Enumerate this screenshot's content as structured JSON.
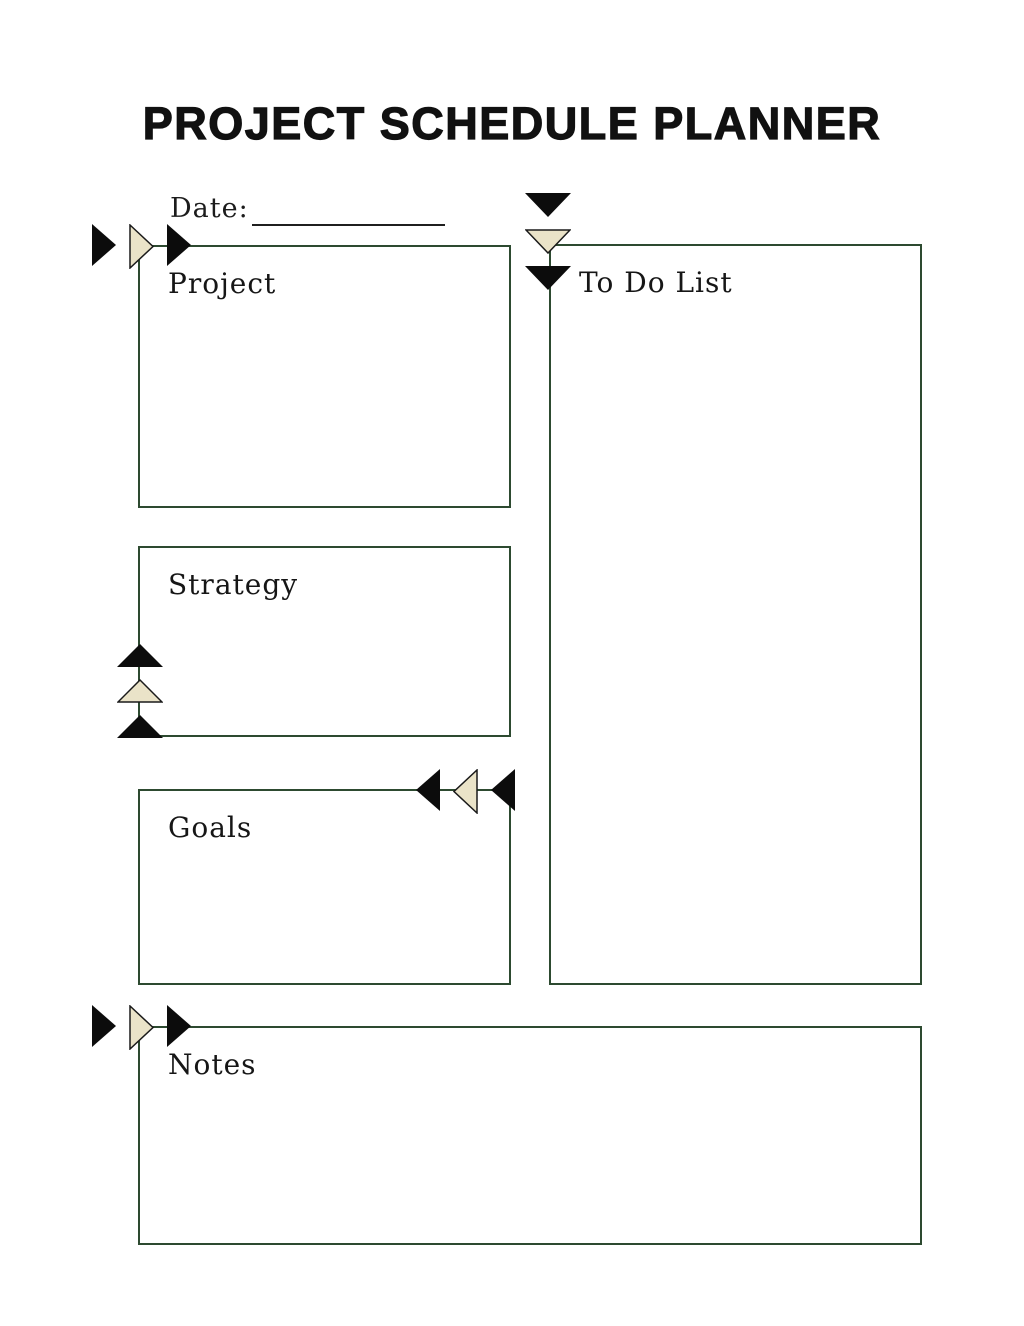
{
  "title": "PROJECT SCHEDULE PLANNER",
  "date": {
    "label": "Date:",
    "value": ""
  },
  "sections": {
    "project": {
      "label": "Project",
      "content": ""
    },
    "todo": {
      "label": "To Do List",
      "content": ""
    },
    "strategy": {
      "label": "Strategy",
      "content": ""
    },
    "goals": {
      "label": "Goals",
      "content": ""
    },
    "notes": {
      "label": "Notes",
      "content": ""
    }
  },
  "icons": {
    "project_marker": [
      "triangle-right-black-icon",
      "triangle-right-cream-icon",
      "triangle-right-black-icon"
    ],
    "todo_marker": [
      "triangle-down-black-icon",
      "triangle-down-cream-icon",
      "triangle-down-black-icon"
    ],
    "strategy_marker": [
      "triangle-up-black-icon",
      "triangle-up-cream-icon",
      "triangle-up-black-icon"
    ],
    "goals_marker": [
      "triangle-left-black-icon",
      "triangle-left-cream-icon",
      "triangle-left-black-icon"
    ],
    "notes_marker": [
      "triangle-right-black-icon",
      "triangle-right-cream-icon",
      "triangle-right-black-icon"
    ]
  },
  "colors": {
    "page_background": "#ffffff",
    "box_border_green": "#2d4a30",
    "triangle_black": "#0c0c0c",
    "triangle_cream": "#eae3c8",
    "triangle_outline": "#1a1a1a",
    "title_text": "#111111",
    "label_text": "#161616"
  }
}
